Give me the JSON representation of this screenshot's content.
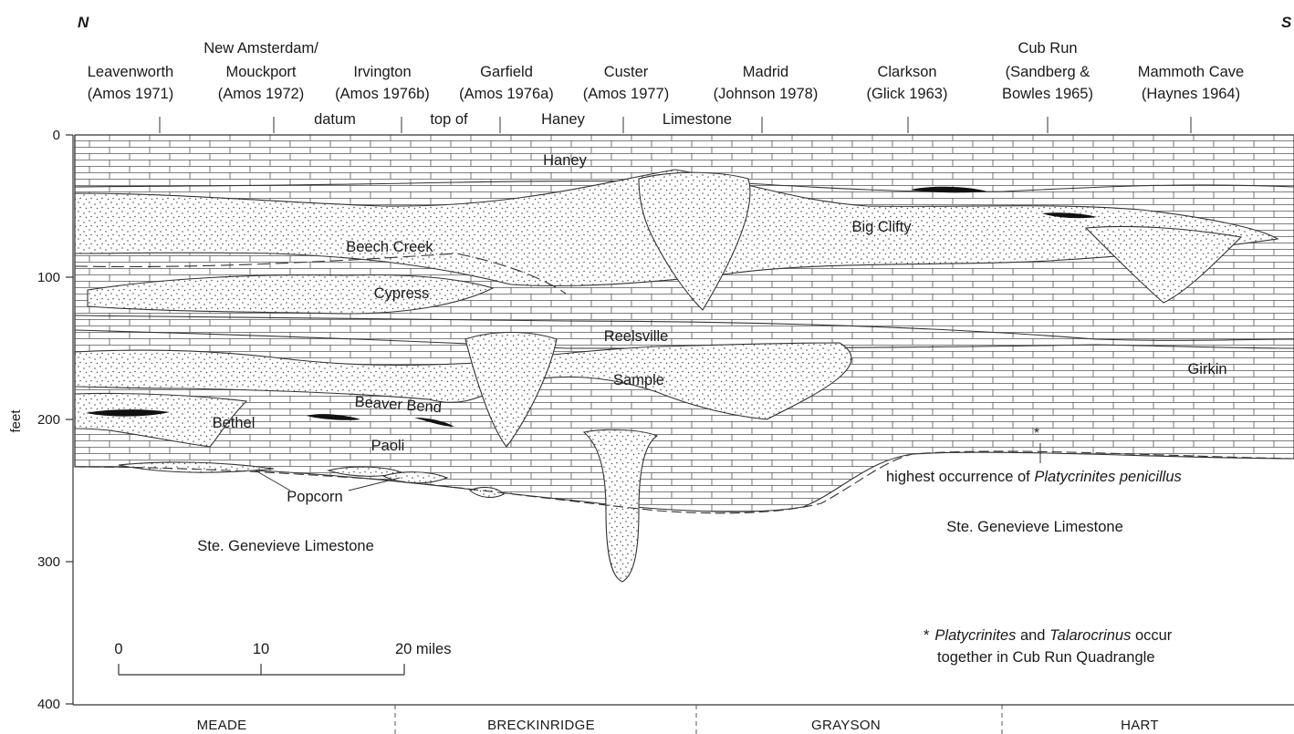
{
  "compass": {
    "north": "N",
    "south": "S"
  },
  "sections": [
    {
      "line1": "Leavenworth",
      "line2": "(Amos 1971)"
    },
    {
      "line0": "New Amsterdam/",
      "line1": "Mouckport",
      "line2": "(Amos 1972)"
    },
    {
      "line1": "Irvington",
      "line2": "(Amos 1976b)"
    },
    {
      "line1": "Garfield",
      "line2": "(Amos 1976a)"
    },
    {
      "line1": "Custer",
      "line2": "(Amos 1977)"
    },
    {
      "line1": "Madrid",
      "line2": "(Johnson 1978)"
    },
    {
      "line1": "Clarkson",
      "line2": "(Glick 1963)"
    },
    {
      "line0": "Cub Run",
      "line1": "(Sandberg &",
      "line2": "Bowles 1965)"
    },
    {
      "line1": "Mammoth Cave",
      "line2": "(Haynes 1964)"
    }
  ],
  "datum": {
    "w1": "datum",
    "w2": "top of",
    "w3": "Haney",
    "w4": "Limestone"
  },
  "y_axis": {
    "label": "feet",
    "ticks": [
      "0",
      "100",
      "200",
      "300",
      "400"
    ]
  },
  "units": {
    "haney": "Haney",
    "big_clifty": "Big Clifty",
    "beech_creek": "Beech Creek",
    "cypress": "Cypress",
    "reelsville": "Reelsville",
    "sample": "Sample",
    "girkin": "Girkin",
    "beaver_bend": "Beaver Bend",
    "bethel": "Bethel",
    "paoli": "Paoli",
    "popcorn": "Popcorn",
    "ste_genevieve_left": "Ste. Genevieve Limestone",
    "ste_genevieve_right": "Ste. Genevieve Limestone"
  },
  "occurrence": {
    "prefix": "highest occurrence of ",
    "taxon": "Platycrinites penicillus"
  },
  "note": {
    "star": "*",
    "taxon1": "Platycrinites",
    "and": " and ",
    "taxon2": "Talarocrinus",
    "tail": " occur",
    "line2": "together in Cub Run Quadrangle"
  },
  "scale_bar": {
    "t0": "0",
    "t1": "10",
    "t2": "20 miles"
  },
  "counties": [
    "MEADE",
    "BRECKINRIDGE",
    "GRAYSON",
    "HART"
  ],
  "colors": {
    "ink": "#1a1a1a",
    "paper": "#ffffff",
    "coal": "#111111"
  }
}
